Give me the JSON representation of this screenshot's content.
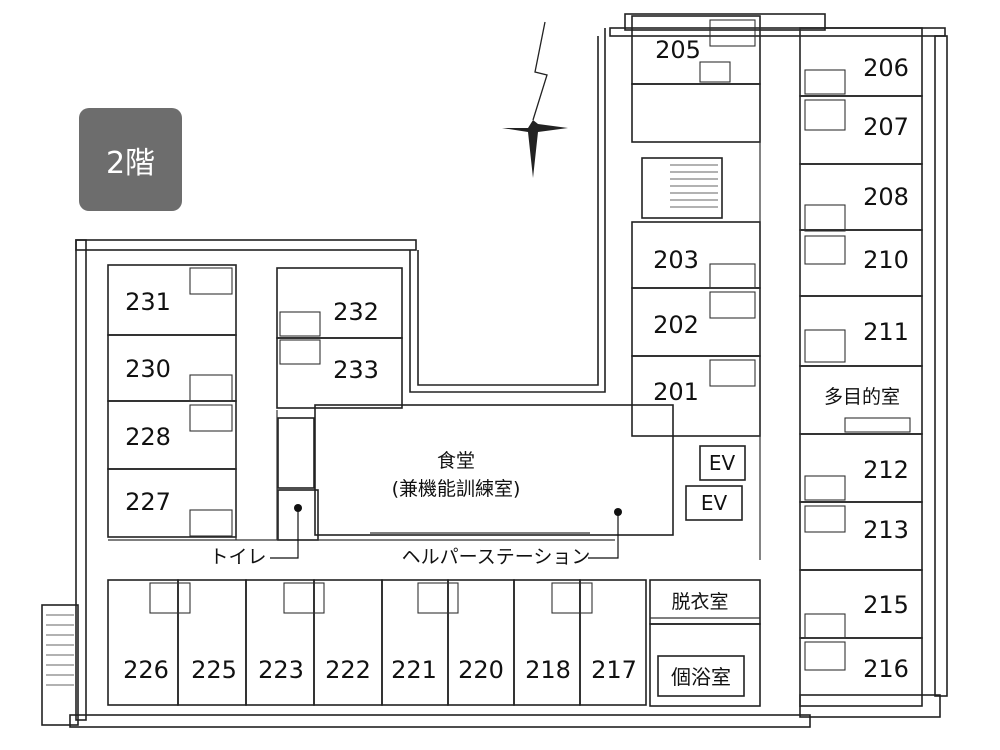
{
  "floor_label": "2階",
  "rooms": {
    "r205": "205",
    "r206": "206",
    "r207": "207",
    "r208": "208",
    "r210": "210",
    "r211": "211",
    "r203": "203",
    "r202": "202",
    "r201": "201",
    "r212": "212",
    "r213": "213",
    "r215": "215",
    "r216": "216",
    "r231": "231",
    "r230": "230",
    "r228": "228",
    "r227": "227",
    "r232": "232",
    "r233": "233",
    "r226": "226",
    "r225": "225",
    "r223": "223",
    "r222": "222",
    "r221": "221",
    "r220": "220",
    "r218": "218",
    "r217": "217"
  },
  "labels": {
    "multipurpose": "多目的室",
    "dining": "食堂",
    "dining_sub": "(兼機能訓練室)",
    "toilet": "トイレ",
    "helper_station": "ヘルパーステーション",
    "ev1": "EV",
    "ev2": "EV",
    "changing_room": "脱衣室",
    "private_bath": "個浴室"
  }
}
